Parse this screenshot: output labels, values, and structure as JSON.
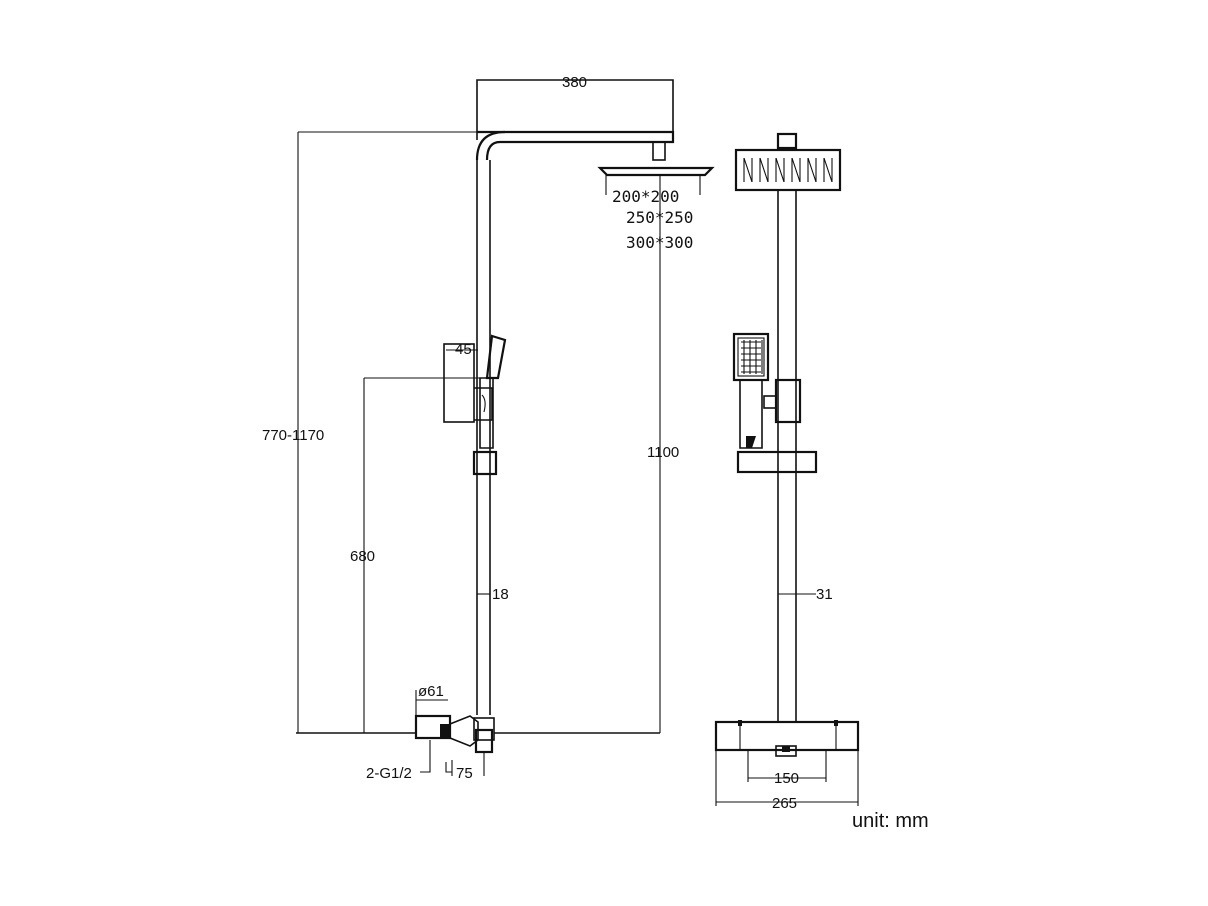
{
  "dimensions": {
    "top_width": "380",
    "head_size_1": "200*200",
    "head_size_2": "250*250",
    "head_size_3": "300*300",
    "height_range": "770-1170",
    "slider_offset": "45",
    "rail_length": "1100",
    "holder_height": "680",
    "pipe_side": "18",
    "pipe_front": "31",
    "valve_diameter": "ø61",
    "thread": "2-G1/2",
    "depth": "75",
    "center_distance": "150",
    "valve_width": "265"
  },
  "unit_label": "unit: mm"
}
